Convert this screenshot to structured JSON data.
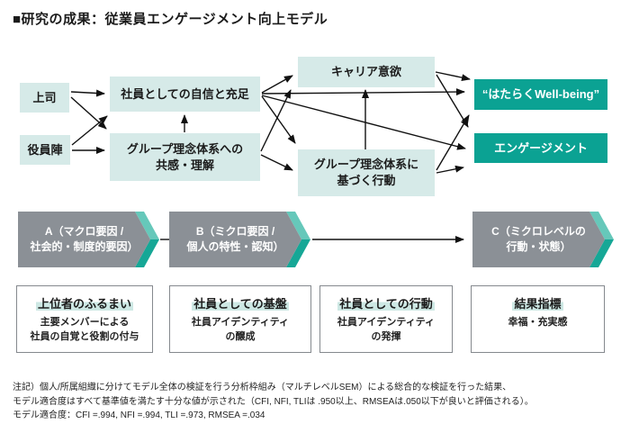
{
  "title": "■研究の成果：従業員エンゲージメント向上モデル",
  "colors": {
    "node_light": "#d6eae8",
    "node_dark": "#0ba293",
    "chevron_gray": "#8b9096",
    "chevron_band_light": "#66c8ba",
    "chevron_band_dark": "#16a796",
    "highlight": "#cde8e4",
    "arrow": "#111111"
  },
  "model": {
    "nodes": {
      "boss": "上司",
      "executives": "役員陣",
      "confidence": "社員としての自信と充足",
      "empathy": "グループ理念体系への\n共感・理解",
      "career": "キャリア意欲",
      "behavior": "グループ理念体系に\n基づく行動",
      "wellbeing": "“はたらくWell-being”",
      "engagement": "エンゲージメント"
    }
  },
  "bands": [
    {
      "id": "A",
      "label": "A（マクロ要因 /\n社会的・制度的要因）"
    },
    {
      "id": "B",
      "label": "B（ミクロ要因 /\n個人の特性・認知）"
    },
    {
      "id": "C",
      "label": "C（ミクロレベルの\n行動・状態）"
    }
  ],
  "factors": [
    {
      "heading": "上位者のふるまい",
      "body": "主要メンバーによる\n社員の自覚と役割の付与"
    },
    {
      "heading": "社員としての基盤",
      "body": "社員アイデンティティ\nの醸成"
    },
    {
      "heading": "社員としての行動",
      "body": "社員アイデンティティ\nの発揮"
    },
    {
      "heading": "結果指標",
      "body": "幸福・充実感"
    }
  ],
  "footnotes": [
    "注記）個人/所属組織に分けてモデル全体の検証を行う分析枠組み（マルチレベルSEM）による総合的な検証を行った結果、",
    "モデル適合度はすべて基準値を満たす十分な値が示された（CFI, NFI, TLIは .950以上、RMSEAは.050以下が良いと評価される）。",
    "モデル適合度：CFI =.994, NFI =.994, TLI =.973, RMSEA =.034"
  ]
}
